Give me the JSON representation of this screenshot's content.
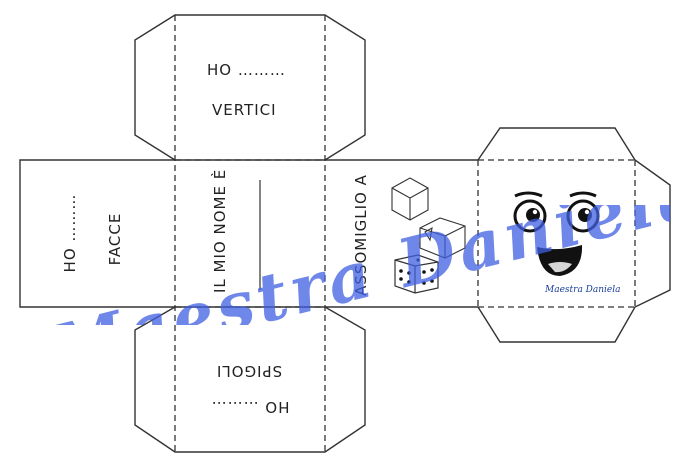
{
  "faces": {
    "top": {
      "line1": "HO ………",
      "line2": "VERTICI"
    },
    "left": {
      "line1": "HO ………",
      "line2": "FACCE"
    },
    "center": {
      "text": "IL MIO NOME È"
    },
    "bottom": {
      "line1": "HO ………",
      "line2": "SPIGOLI"
    },
    "right_center": {
      "text": "ASSOMIGLIO A"
    },
    "face_signature": "Maestra Daniela"
  },
  "watermark": {
    "text": "Maestra Daniela"
  },
  "colors": {
    "watermark": "#3f5fe0",
    "signature": "#1a3d9c",
    "outline": "#333333"
  },
  "icons": [
    "cube-sketch-icon",
    "dice-icon",
    "smiley-face-icon"
  ]
}
